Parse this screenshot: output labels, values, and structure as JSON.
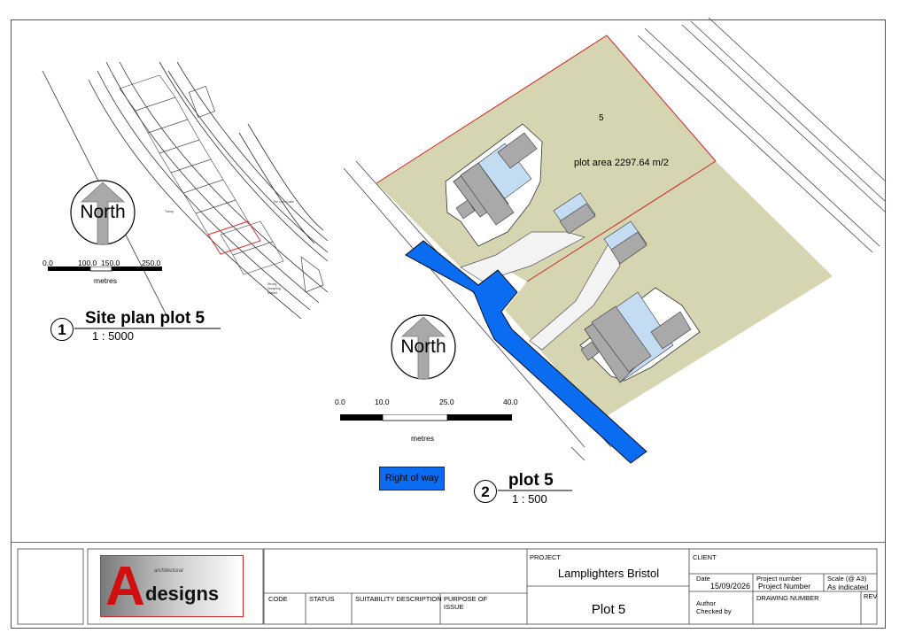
{
  "site_plan": {
    "number": "1",
    "title": "Site plan plot 5",
    "scale": "1 : 5000",
    "north_label": "North",
    "scale_bar": {
      "ticks": [
        "0.0",
        "100.0",
        "150.0",
        "250.0"
      ],
      "unit": "metres"
    }
  },
  "plot_plan": {
    "number": "2",
    "title": "plot 5",
    "scale": "1 : 500",
    "north_label": "North",
    "plot_number": "5",
    "plot_area": "plot area 2297.64 m/2",
    "scale_bar": {
      "ticks": [
        "0.0",
        "10.0",
        "25.0",
        "40.0"
      ],
      "unit": "metres"
    }
  },
  "legend": {
    "right_of_way": "Right of way",
    "right_of_way_color": "#0a6cf0"
  },
  "colors": {
    "plot_fill": "#d5d5b2",
    "plot_boundary": "#cc2222",
    "building_grey": "#a9a9a9",
    "building_blue": "#c4dcf2"
  },
  "title_block": {
    "logo": {
      "letter": "A",
      "word": "designs",
      "script": "architectural"
    },
    "project_label": "PROJECT",
    "project_name": "Lamplighters Bristol",
    "drawing_title": "Plot 5",
    "client_label": "CLIENT",
    "date_label": "Date",
    "date_value": "15/09/2026",
    "project_number_label": "Project number",
    "project_number_value": "Project Number",
    "scale_label": "Scale (@ A3)",
    "scale_value": "As indicated",
    "author_label": "Author",
    "checked_label": "Checked by",
    "drawing_number_label": "DRAWING NUMBER",
    "rev_label": "REV",
    "code_label": "CODE",
    "status_label": "STATUS",
    "suitability_label": "SUITABILITY DESCRIPTION",
    "purpose_label": "PURPOSE OF ISSUE"
  }
}
